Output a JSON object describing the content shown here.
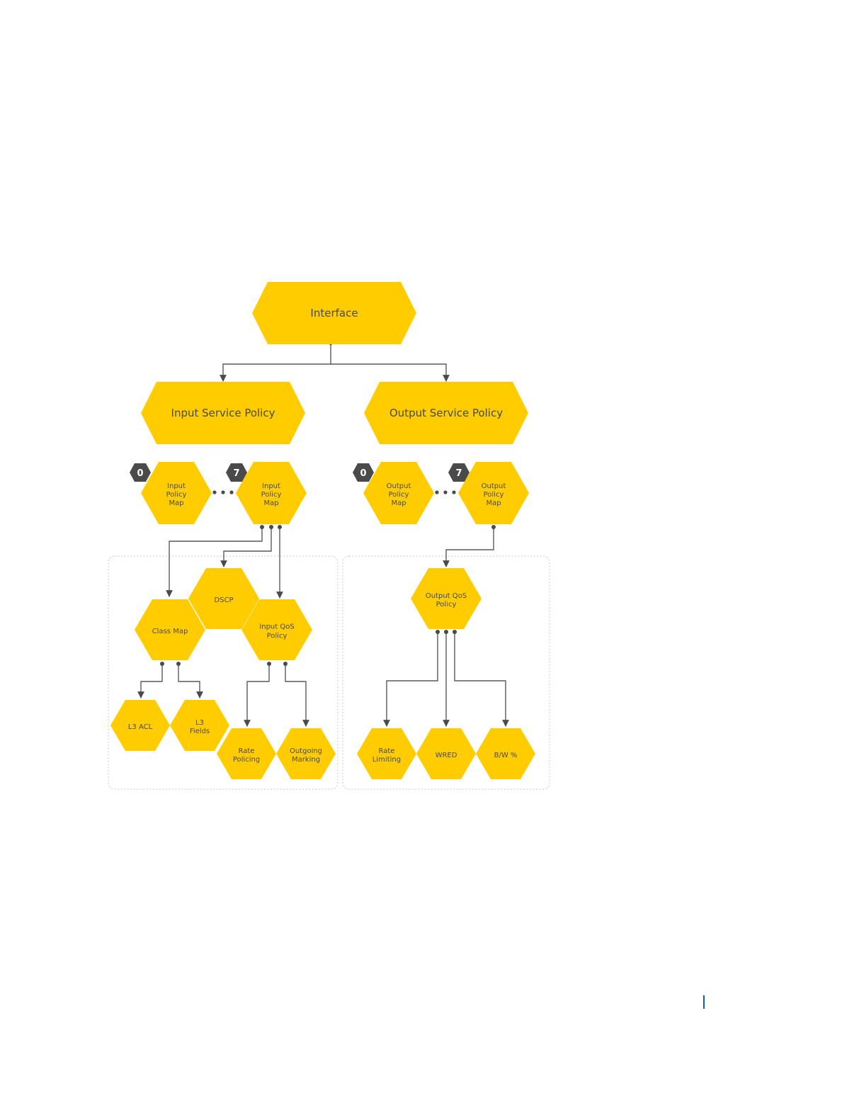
{
  "diagram": {
    "nodes": {
      "interface": {
        "label": [
          "Interface"
        ]
      },
      "input_service_policy": {
        "label": [
          "Input Service Policy"
        ]
      },
      "output_service_policy": {
        "label": [
          "Output Service Policy"
        ]
      },
      "input_policy_map_first": {
        "label": [
          "Input",
          "Policy",
          "Map"
        ],
        "badge": "0"
      },
      "input_policy_map_last": {
        "label": [
          "Input",
          "Policy",
          "Map"
        ],
        "badge": "7"
      },
      "output_policy_map_first": {
        "label": [
          "Output",
          "Policy",
          "Map"
        ],
        "badge": "0"
      },
      "output_policy_map_last": {
        "label": [
          "Output",
          "Policy",
          "Map"
        ],
        "badge": "7"
      },
      "dscp": {
        "label": [
          "DSCP"
        ]
      },
      "class_map": {
        "label": [
          "Class Map"
        ]
      },
      "input_qos_policy": {
        "label": [
          "Input QoS",
          "Policy"
        ]
      },
      "l3_acl": {
        "label": [
          "L3 ACL"
        ]
      },
      "l3_fields": {
        "label": [
          "L3",
          "Fields"
        ]
      },
      "rate_policing": {
        "label": [
          "Rate",
          "Policing"
        ]
      },
      "outgoing_marking": {
        "label": [
          "Outgoing",
          "Marking"
        ]
      },
      "output_qos_policy": {
        "label": [
          "Output QoS",
          "Policy"
        ]
      },
      "rate_limiting": {
        "label": [
          "Rate",
          "Limiting"
        ]
      },
      "wred": {
        "label": [
          "WRED"
        ]
      },
      "bw_percent": {
        "label": [
          "B/W %"
        ]
      }
    },
    "edges": [
      {
        "from": "interface",
        "to": "input_service_policy"
      },
      {
        "from": "interface",
        "to": "output_service_policy"
      },
      {
        "from": "input_policy_map_last",
        "to": "class_map"
      },
      {
        "from": "input_policy_map_last",
        "to": "dscp"
      },
      {
        "from": "input_policy_map_last",
        "to": "input_qos_policy"
      },
      {
        "from": "output_policy_map_last",
        "to": "output_qos_policy"
      },
      {
        "from": "class_map",
        "to": "l3_acl"
      },
      {
        "from": "class_map",
        "to": "l3_fields"
      },
      {
        "from": "input_qos_policy",
        "to": "rate_policing"
      },
      {
        "from": "input_qos_policy",
        "to": "outgoing_marking"
      },
      {
        "from": "output_qos_policy",
        "to": "rate_limiting"
      },
      {
        "from": "output_qos_policy",
        "to": "wred"
      },
      {
        "from": "output_qos_policy",
        "to": "bw_percent"
      }
    ],
    "groups": [
      {
        "id": "input_group",
        "members": [
          "dscp",
          "class_map",
          "input_qos_policy",
          "l3_acl",
          "l3_fields",
          "rate_policing",
          "outgoing_marking"
        ]
      },
      {
        "id": "output_group",
        "members": [
          "output_qos_policy",
          "rate_limiting",
          "wred",
          "bw_percent"
        ]
      }
    ],
    "colors": {
      "node": "#FFCC00",
      "badge": "#4A4A4A",
      "edge": "#5A5A5A",
      "text": "#4A4A4A",
      "page_mark": "#1B5E91"
    }
  }
}
